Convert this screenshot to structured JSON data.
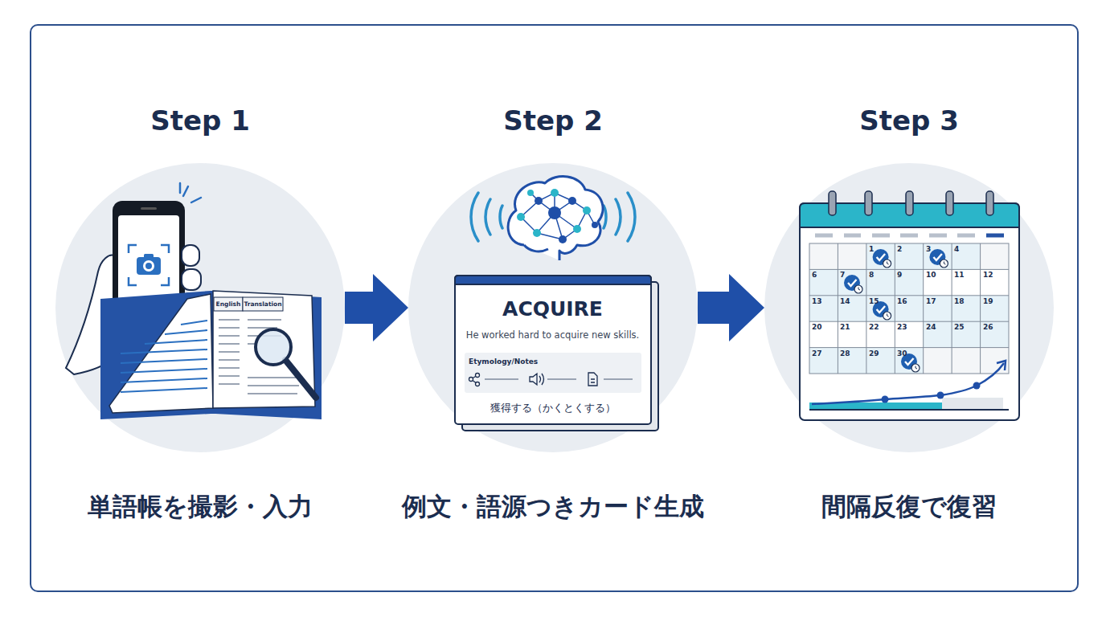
{
  "diagram": {
    "nodes": [
      {
        "text": [
          "Step 1",
          "単語帳を撮影・入力"
        ]
      },
      {
        "text": [
          "Step 2",
          "例文・語源つきカード生成"
        ]
      },
      {
        "text": [
          "ACQUIRE",
          "He worked hard to acquire new skills.",
          "Etymology/Notes",
          "獲得する（かくとくする）"
        ],
        "in": 1
      },
      {
        "text": [
          "Step 3",
          "間隔反復で復習"
        ]
      }
    ],
    "edges": [
      {
        "from": 0,
        "to": 1,
        "arrow": "to"
      },
      {
        "from": 1,
        "to": 3,
        "arrow": "to"
      }
    ],
    "labels": [
      "English",
      "Translation",
      "1",
      "2",
      "3",
      "4",
      "6",
      "7",
      "8",
      "9",
      "10",
      "11",
      "12",
      "13",
      "14",
      "15",
      "16",
      "17",
      "18",
      "19",
      "20",
      "21",
      "22",
      "23",
      "24",
      "25",
      "26",
      "27",
      "28",
      "29",
      "30"
    ]
  }
}
